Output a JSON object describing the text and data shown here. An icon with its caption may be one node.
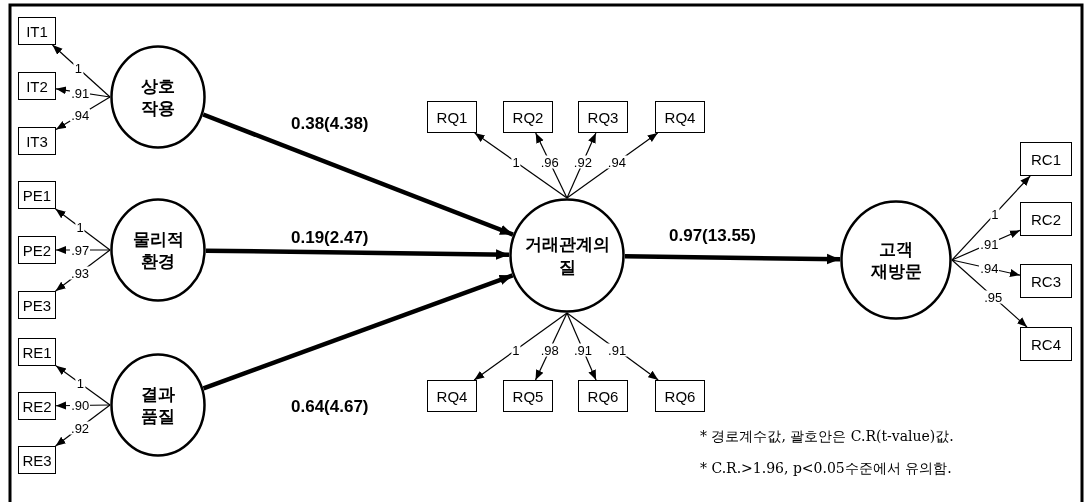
{
  "diagram": {
    "nodes": [
      {
        "text": [
          "IT1"
        ]
      },
      {
        "text": [
          "IT2"
        ]
      },
      {
        "text": [
          "IT3"
        ]
      },
      {
        "text": [
          "상호 작용"
        ]
      },
      {
        "text": [
          "PE1"
        ]
      },
      {
        "text": [
          "PE2"
        ]
      },
      {
        "text": [
          "PE3"
        ]
      },
      {
        "text": [
          "물리적 환경"
        ]
      },
      {
        "text": [
          "RE1"
        ]
      },
      {
        "text": [
          "RE2"
        ]
      },
      {
        "text": [
          "RE3"
        ]
      },
      {
        "text": [
          "결과 품질"
        ]
      },
      {
        "text": [
          "RQ1"
        ]
      },
      {
        "text": [
          "RQ2"
        ]
      },
      {
        "text": [
          "RQ3"
        ]
      },
      {
        "text": [
          "RQ4"
        ]
      },
      {
        "text": [
          "거래관계의 질"
        ]
      },
      {
        "text": [
          "RQ4"
        ]
      },
      {
        "text": [
          "RQ5"
        ]
      },
      {
        "text": [
          "RQ6"
        ]
      },
      {
        "text": [
          "RQ6"
        ]
      },
      {
        "text": [
          "고객 재방문"
        ]
      },
      {
        "text": [
          "RC1"
        ]
      },
      {
        "text": [
          "RC2"
        ]
      },
      {
        "text": [
          "RC3"
        ]
      },
      {
        "text": [
          "RC4"
        ]
      }
    ],
    "edges": [
      {
        "from": 3,
        "to": 0,
        "arrow": "to",
        "label": "1"
      },
      {
        "from": 3,
        "to": 1,
        "arrow": "to",
        "label": ".91"
      },
      {
        "from": 3,
        "to": 2,
        "arrow": "to",
        "label": ".94"
      },
      {
        "from": 7,
        "to": 4,
        "arrow": "to",
        "label": "1"
      },
      {
        "from": 7,
        "to": 5,
        "arrow": "to",
        "label": ".97"
      },
      {
        "from": 7,
        "to": 6,
        "arrow": "to",
        "label": ".93"
      },
      {
        "from": 11,
        "to": 8,
        "arrow": "to",
        "label": "1"
      },
      {
        "from": 11,
        "to": 9,
        "arrow": "to",
        "label": ".90"
      },
      {
        "from": 11,
        "to": 10,
        "arrow": "to",
        "label": ".92"
      },
      {
        "from": 16,
        "to": 12,
        "arrow": "to",
        "label": "1"
      },
      {
        "from": 16,
        "to": 13,
        "arrow": "to",
        "label": ".96"
      },
      {
        "from": 16,
        "to": 14,
        "arrow": "to",
        "label": ".92"
      },
      {
        "from": 16,
        "to": 15,
        "arrow": "to",
        "label": ".94"
      },
      {
        "from": 16,
        "to": 17,
        "arrow": "to",
        "label": "1"
      },
      {
        "from": 16,
        "to": 18,
        "arrow": "to",
        "label": ".98"
      },
      {
        "from": 16,
        "to": 19,
        "arrow": "to",
        "label": ".91"
      },
      {
        "from": 16,
        "to": 20,
        "arrow": "to",
        "label": ".91"
      },
      {
        "from": 21,
        "to": 22,
        "arrow": "to",
        "label": "1"
      },
      {
        "from": 21,
        "to": 23,
        "arrow": "to",
        "label": ".91"
      },
      {
        "from": 21,
        "to": 24,
        "arrow": "to",
        "label": ".94"
      },
      {
        "from": 21,
        "to": 25,
        "arrow": "to",
        "label": ".95"
      },
      {
        "from": 3,
        "to": 16,
        "arrow": "to",
        "style": "thick",
        "label": "0.38(4.38)"
      },
      {
        "from": 7,
        "to": 16,
        "arrow": "to",
        "style": "thick",
        "label": "0.19(2.47)"
      },
      {
        "from": 11,
        "to": 16,
        "arrow": "to",
        "style": "thick",
        "label": "0.64(4.67)"
      },
      {
        "from": 16,
        "to": 21,
        "arrow": "to",
        "style": "thick",
        "label": "0.97(13.55)"
      }
    ],
    "labels": [
      "* 경로계수값, 괄호안은 C.R(t-value)값.",
      "* C.R.>1.96, p<0.05수준에서 유의함."
    ]
  }
}
